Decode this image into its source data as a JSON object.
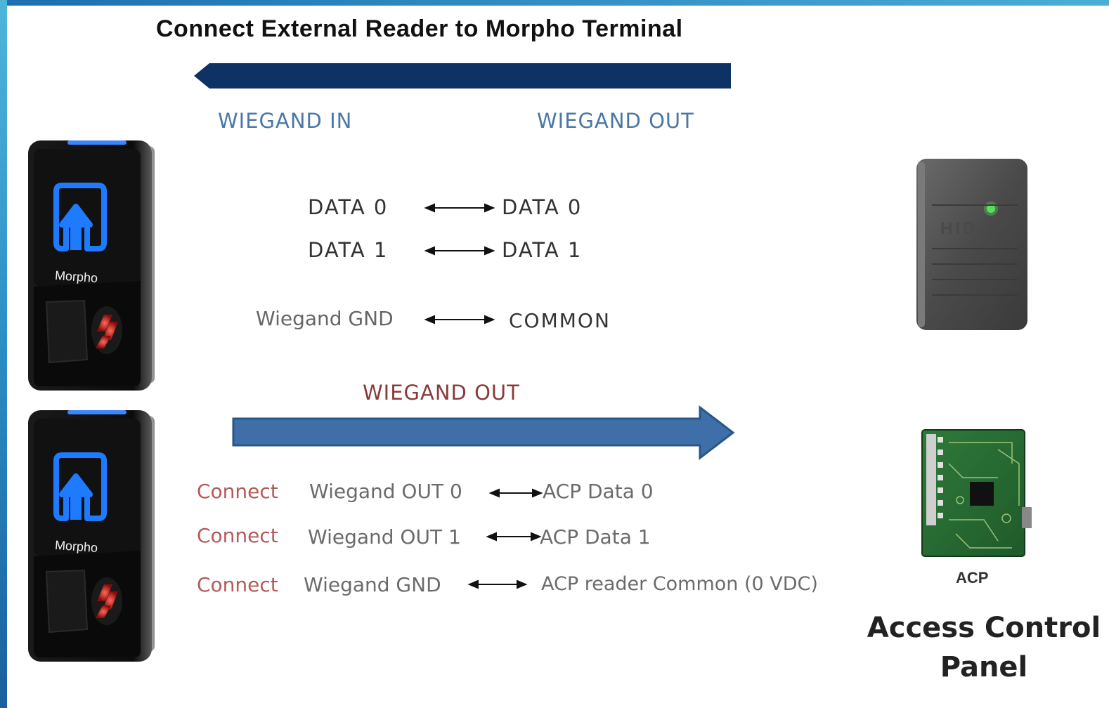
{
  "title": "Connect External Reader to Morpho Terminal",
  "top_section": {
    "left_header": "WIEGAND IN",
    "right_header": "WIEGAND OUT",
    "rows": [
      {
        "left": "DATA 0",
        "right": "DATA 0"
      },
      {
        "left": "DATA 1",
        "right": "DATA 1"
      },
      {
        "left": "Wiegand GND",
        "right": "COMMON"
      }
    ]
  },
  "bottom_section": {
    "header": "WIEGAND OUT",
    "rows": [
      {
        "prefix": "Connect",
        "left": "Wiegand OUT 0",
        "right": "ACP Data 0"
      },
      {
        "prefix": "Connect",
        "left": "Wiegand OUT 1",
        "right": "ACP Data 1"
      },
      {
        "prefix": "Connect",
        "left": "Wiegand GND",
        "right": "ACP reader Common (0 VDC)"
      }
    ]
  },
  "devices": {
    "terminal_label_top": "Morpho",
    "terminal_label_bottom": "Morpho",
    "reader_brand": "HID",
    "acp_short": "ACP",
    "acp_full_line1": "Access Control",
    "acp_full_line2": "Panel"
  },
  "colors": {
    "dark_arrow": "#0d3263",
    "blue_arrow": "#3f6fa8",
    "blue_arrow_border": "#2a5687",
    "frame": "#2a8cc4"
  }
}
